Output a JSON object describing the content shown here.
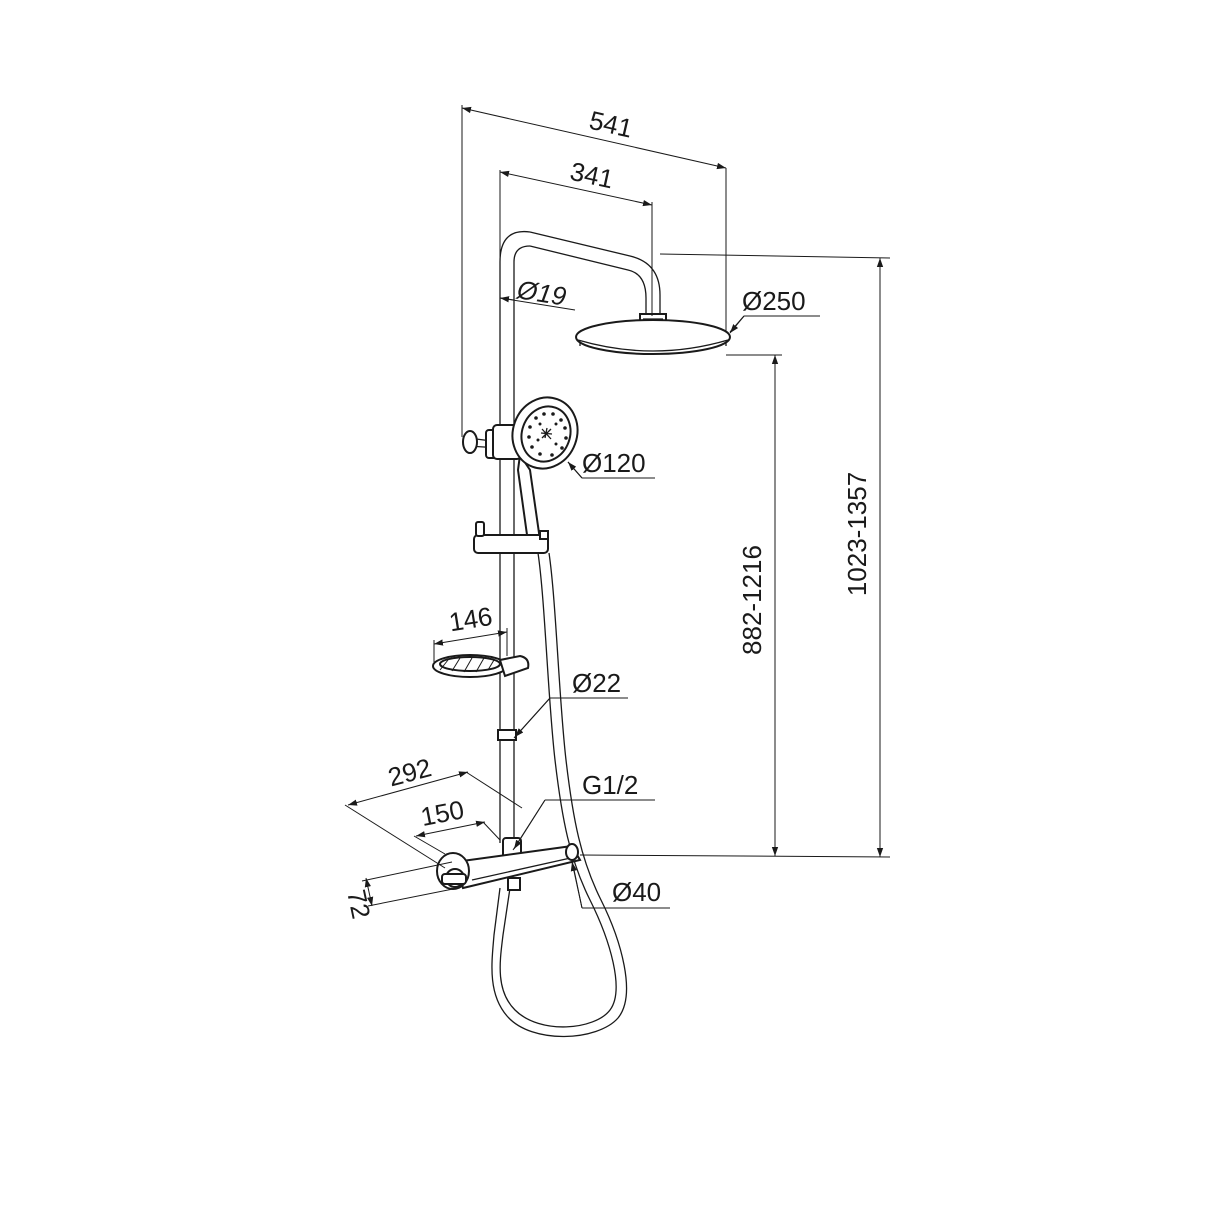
{
  "dimensions": {
    "total_reach": "541",
    "arm_reach": "341",
    "arm_diameter": "Ø19",
    "rain_head_diameter": "Ø250",
    "hand_shower_diameter": "Ø120",
    "head_height": "1023-1357",
    "rail_height": "882-1216",
    "soap_dish_width": "146",
    "riser_diameter": "Ø22",
    "mixer_length": "292",
    "connection_center": "150",
    "connection_thread": "G1/2",
    "mixer_diameter": "Ø40",
    "wall_offset": "72"
  }
}
